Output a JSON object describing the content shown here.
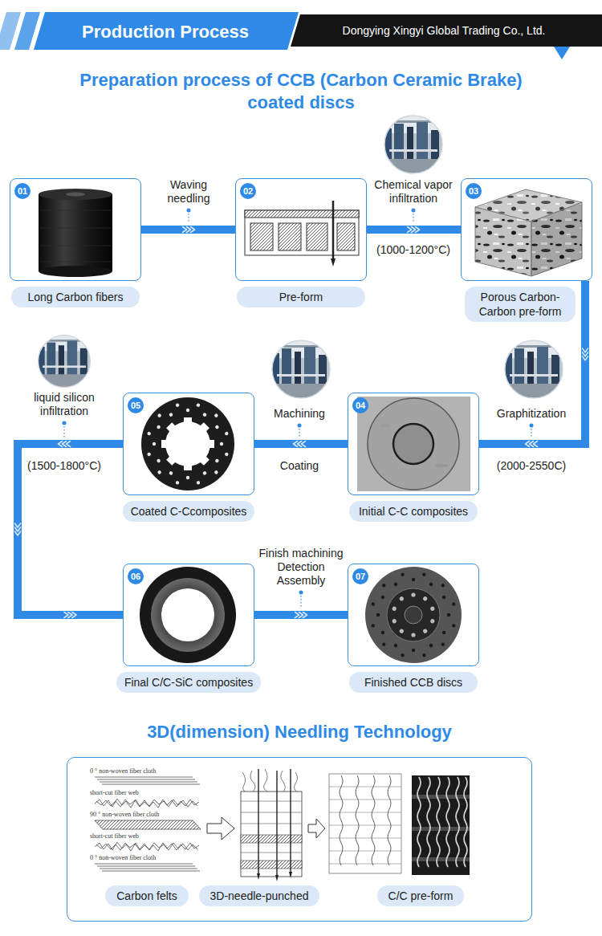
{
  "diagram": {
    "title": "Preparation process of CCB (Carbon Ceramic Brake) coated discs",
    "nodes": [
      {
        "text": [
          "Long Carbon fibers"
        ]
      },
      {
        "text": [
          "01"
        ],
        "in": 0
      },
      {
        "text": [
          "Pre-form"
        ]
      },
      {
        "text": [
          "02"
        ],
        "in": 2
      },
      {
        "text": [
          "Porous Carbon-Carbon pre-form"
        ]
      },
      {
        "text": [
          "03"
        ],
        "in": 4
      },
      {
        "text": [
          "Initial C-C composites"
        ]
      },
      {
        "text": [
          "04"
        ],
        "in": 6
      },
      {
        "text": [
          "Coated C-Ccomposites"
        ]
      },
      {
        "text": [
          "05"
        ],
        "in": 8
      },
      {
        "text": [
          "Final C/C-SiC composites"
        ]
      },
      {
        "text": [
          "06"
        ],
        "in": 10
      },
      {
        "text": [
          "Finished CCB discs"
        ]
      },
      {
        "text": [
          "07"
        ],
        "in": 12
      },
      {
        "text": [
          "3D(dimension) Needling Technology"
        ]
      },
      {
        "text": [
          "Carbon felts"
        ],
        "in": 14
      },
      {
        "text": [
          "3D-needle-punched"
        ],
        "in": 14
      },
      {
        "text": [
          "C/C pre-form"
        ],
        "in": 14
      }
    ],
    "edges": [
      {
        "from": 0,
        "to": 2,
        "arrow": "to",
        "label": "Waving needling"
      },
      {
        "from": 2,
        "to": 4,
        "arrow": "to",
        "label": "Chemical vapor infiltration"
      },
      {
        "from": 4,
        "to": 6,
        "arrow": "to",
        "label": "Graphitization"
      },
      {
        "from": 6,
        "to": 8,
        "arrow": "to",
        "label": "Machining"
      },
      {
        "from": 8,
        "to": 10,
        "arrow": "to",
        "label": "liquid silicon infiltration"
      },
      {
        "from": 10,
        "to": 12,
        "arrow": "to",
        "label": "Finish machining Detection Assembly"
      }
    ],
    "labels": [
      "Production Process",
      "Dongying Xingyi Global Trading Co., Ltd.",
      "(1000-1200°C)",
      "(2000-2550C)",
      "Coating",
      "(1500-1800°C)",
      "0 ° non-woven fiber cloth",
      "short-cut fiber web",
      "90 ° non-woven fiber cloth",
      "short-cut fiber web",
      "0 ° non-woven fiber cloth"
    ]
  }
}
